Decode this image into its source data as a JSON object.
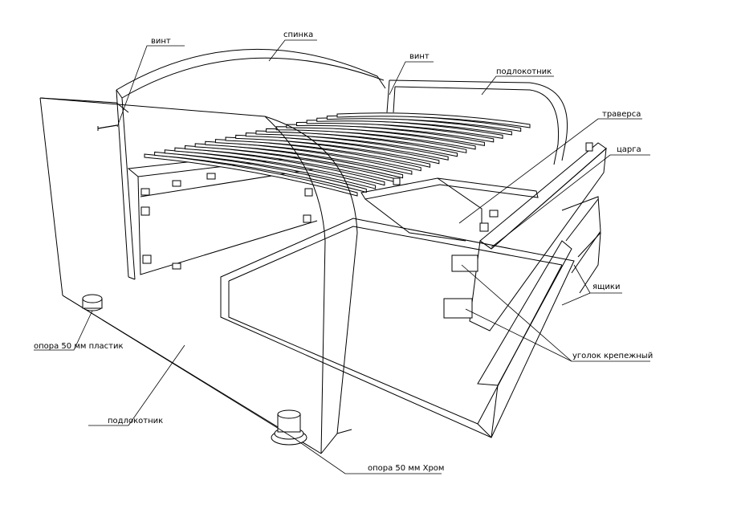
{
  "labels": {
    "screw_left": "винт",
    "backrest": "спинка",
    "screw_right": "винт",
    "armrest_back": "подлокотник",
    "crossbar": "траверса",
    "side_rail": "царга",
    "drawers": "ящики",
    "mount_bracket": "уголок крепежный",
    "support_plastic": "опора 50 мм пластик",
    "armrest_front": "подлокотник",
    "support_chrome": "опора 50 мм Хром"
  }
}
